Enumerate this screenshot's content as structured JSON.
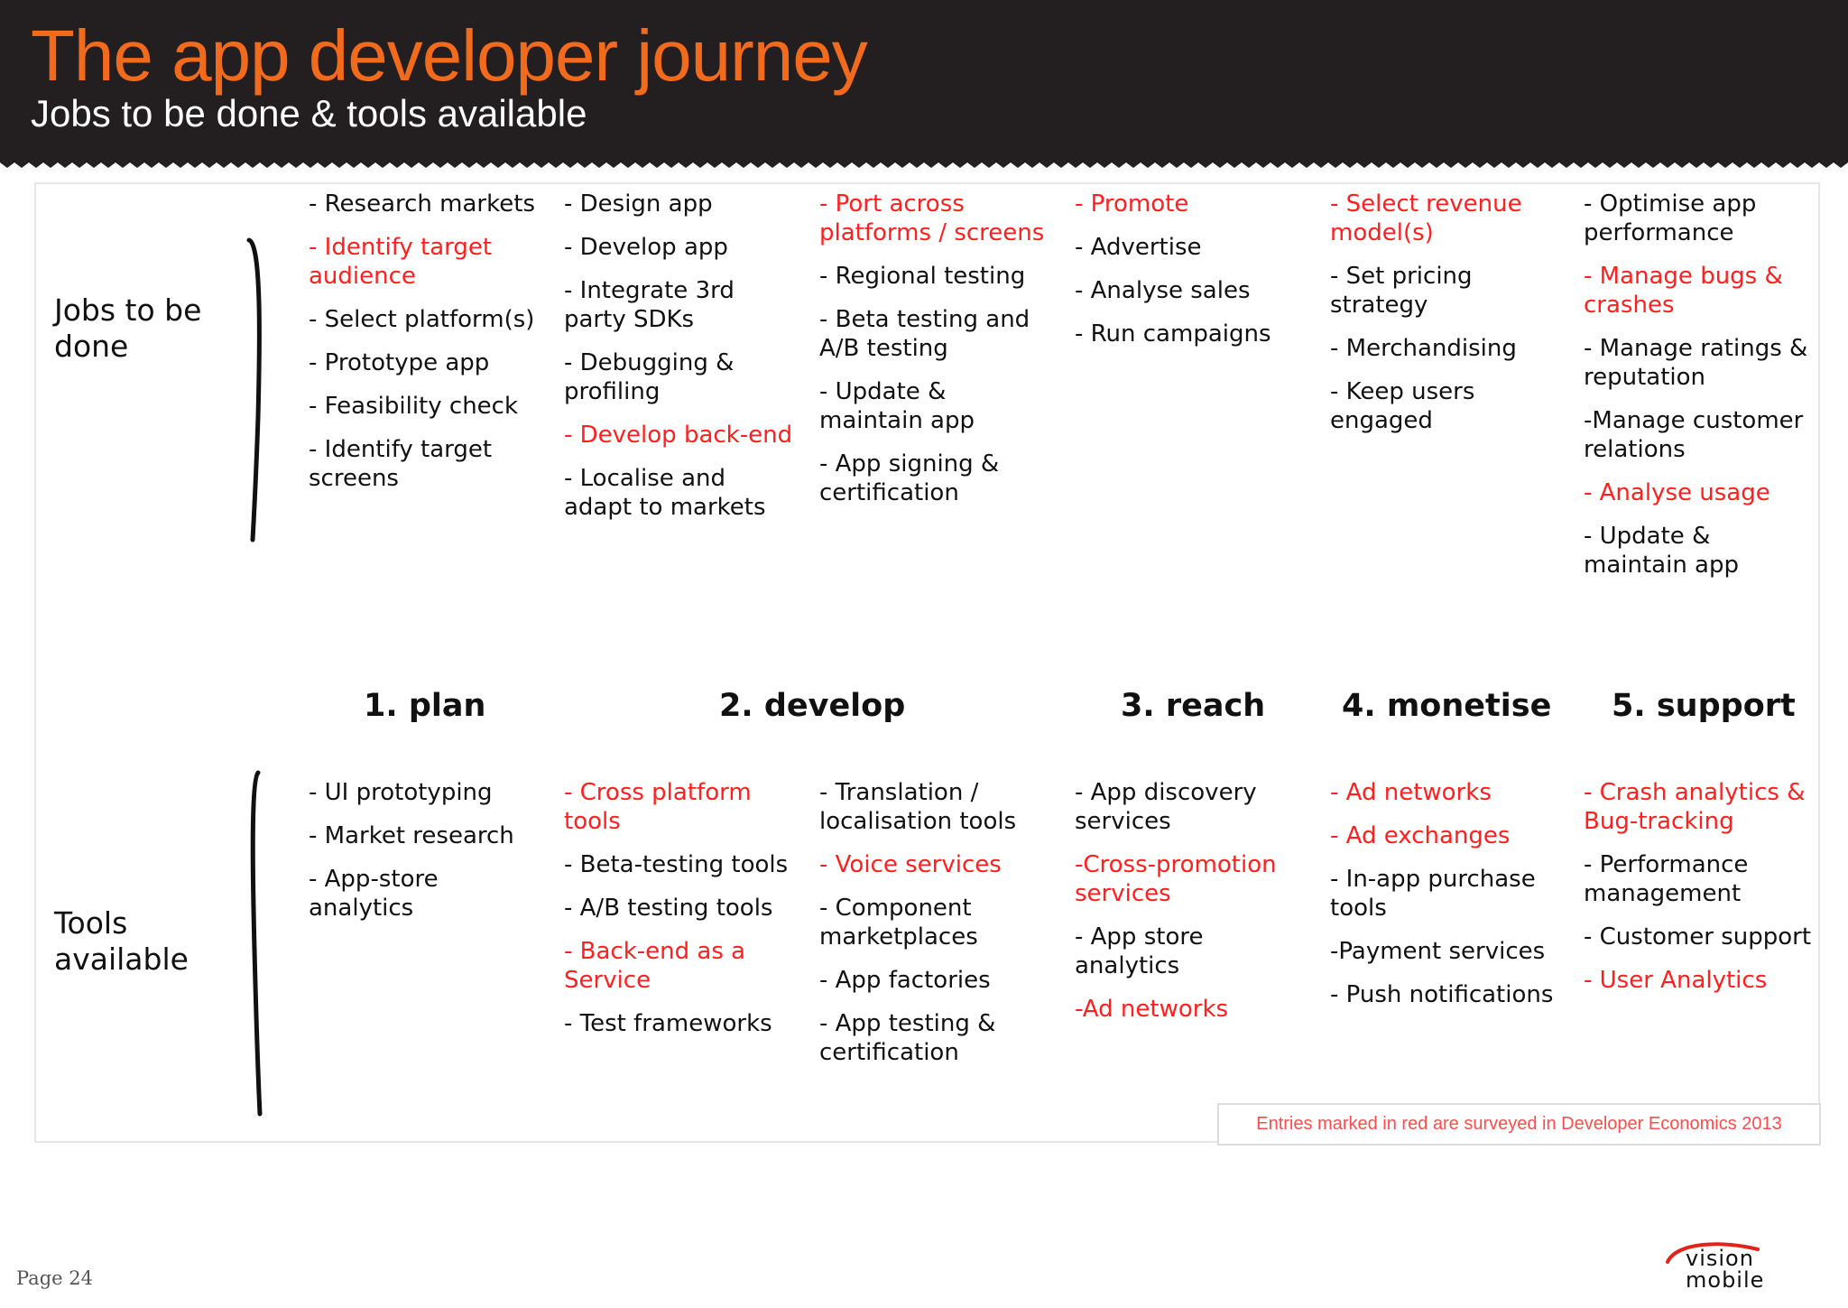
{
  "header": {
    "title": "The app developer journey",
    "subtitle": "Jobs to be done & tools available"
  },
  "row_labels": {
    "jobs": "Jobs to be done",
    "tools": "Tools available"
  },
  "phases": [
    "1. plan",
    "2. develop",
    "3. reach",
    "4. monetise",
    "5. support"
  ],
  "jobs_columns": [
    [
      {
        "text": "- Research markets",
        "red": false
      },
      {
        "text": "- Identify target audience",
        "red": true
      },
      {
        "text": "- Select platform(s)",
        "red": false
      },
      {
        "text": "- Prototype app",
        "red": false
      },
      {
        "text": "- Feasibility check",
        "red": false
      },
      {
        "text": "- Identify target screens",
        "red": false
      }
    ],
    [
      {
        "text": "- Design app",
        "red": false
      },
      {
        "text": "- Develop app",
        "red": false
      },
      {
        "text": "- Integrate 3rd party SDKs",
        "red": false
      },
      {
        "text": "- Debugging & profiling",
        "red": false
      },
      {
        "text": "- Develop back-end",
        "red": true
      },
      {
        "text": "- Localise and adapt to markets",
        "red": false
      }
    ],
    [
      {
        "text": "- Port across platforms / screens",
        "red": true
      },
      {
        "text": "- Regional testing",
        "red": false
      },
      {
        "text": "- Beta testing and A/B testing",
        "red": false
      },
      {
        "text": "- Update & maintain app",
        "red": false
      },
      {
        "text": "- App signing & certification",
        "red": false
      }
    ],
    [
      {
        "text": "- Promote",
        "red": true
      },
      {
        "text": "- Advertise",
        "red": false
      },
      {
        "text": "- Analyse sales",
        "red": false
      },
      {
        "text": "- Run campaigns",
        "red": false
      }
    ],
    [
      {
        "text": "- Select revenue model(s)",
        "red": true
      },
      {
        "text": "- Set pricing strategy",
        "red": false
      },
      {
        "text": "- Merchandising",
        "red": false
      },
      {
        "text": "- Keep users engaged",
        "red": false
      }
    ],
    [
      {
        "text": "- Optimise app performance",
        "red": false
      },
      {
        "text": "- Manage bugs & crashes",
        "red": true
      },
      {
        "text": "- Manage ratings & reputation",
        "red": false
      },
      {
        "text": "-Manage customer relations",
        "red": false
      },
      {
        "text": "- Analyse usage",
        "red": true
      },
      {
        "text": "- Update & maintain app",
        "red": false
      }
    ]
  ],
  "tools_columns": [
    [
      {
        "text": "- UI prototyping",
        "red": false
      },
      {
        "text": "- Market research",
        "red": false
      },
      {
        "text": "- App-store analytics",
        "red": false
      }
    ],
    [
      {
        "text": "- Cross platform tools",
        "red": true
      },
      {
        "text": "- Beta-testing tools",
        "red": false
      },
      {
        "text": "- A/B testing tools",
        "red": false
      },
      {
        "text": "- Back-end as a Service",
        "red": true
      },
      {
        "text": "- Test frameworks",
        "red": false
      }
    ],
    [
      {
        "text": "- Translation / localisation tools",
        "red": false
      },
      {
        "text": "- Voice services",
        "red": true
      },
      {
        "text": "- Component marketplaces",
        "red": false
      },
      {
        "text": "- App factories",
        "red": false
      },
      {
        "text": "- App testing & certification",
        "red": false
      }
    ],
    [
      {
        "text": "- App discovery services",
        "red": false
      },
      {
        "text": "-Cross-promotion services",
        "red": true
      },
      {
        "text": "- App store analytics",
        "red": false
      },
      {
        "text": "-Ad networks",
        "red": true
      }
    ],
    [
      {
        "text": "- Ad networks",
        "red": true
      },
      {
        "text": "- Ad exchanges",
        "red": true
      },
      {
        "text": "- In-app purchase tools",
        "red": false
      },
      {
        "text": "-Payment services",
        "red": false
      },
      {
        "text": "- Push notifications",
        "red": false
      }
    ],
    [
      {
        "text": "- Crash analytics & Bug-tracking",
        "red": true
      },
      {
        "text": "- Performance management",
        "red": false
      },
      {
        "text": "- Customer support",
        "red": false
      },
      {
        "text": "- User Analytics",
        "red": true
      }
    ]
  ],
  "footnote": "Entries marked in red are surveyed in Developer Economics 2013",
  "page_label": "Page 24",
  "logo_text": "vision mobile",
  "colors": {
    "header_bg": "#231f20",
    "title_orange": "#f26b1d",
    "highlight_red": "#ff1f1f",
    "text_dark": "#111111"
  }
}
